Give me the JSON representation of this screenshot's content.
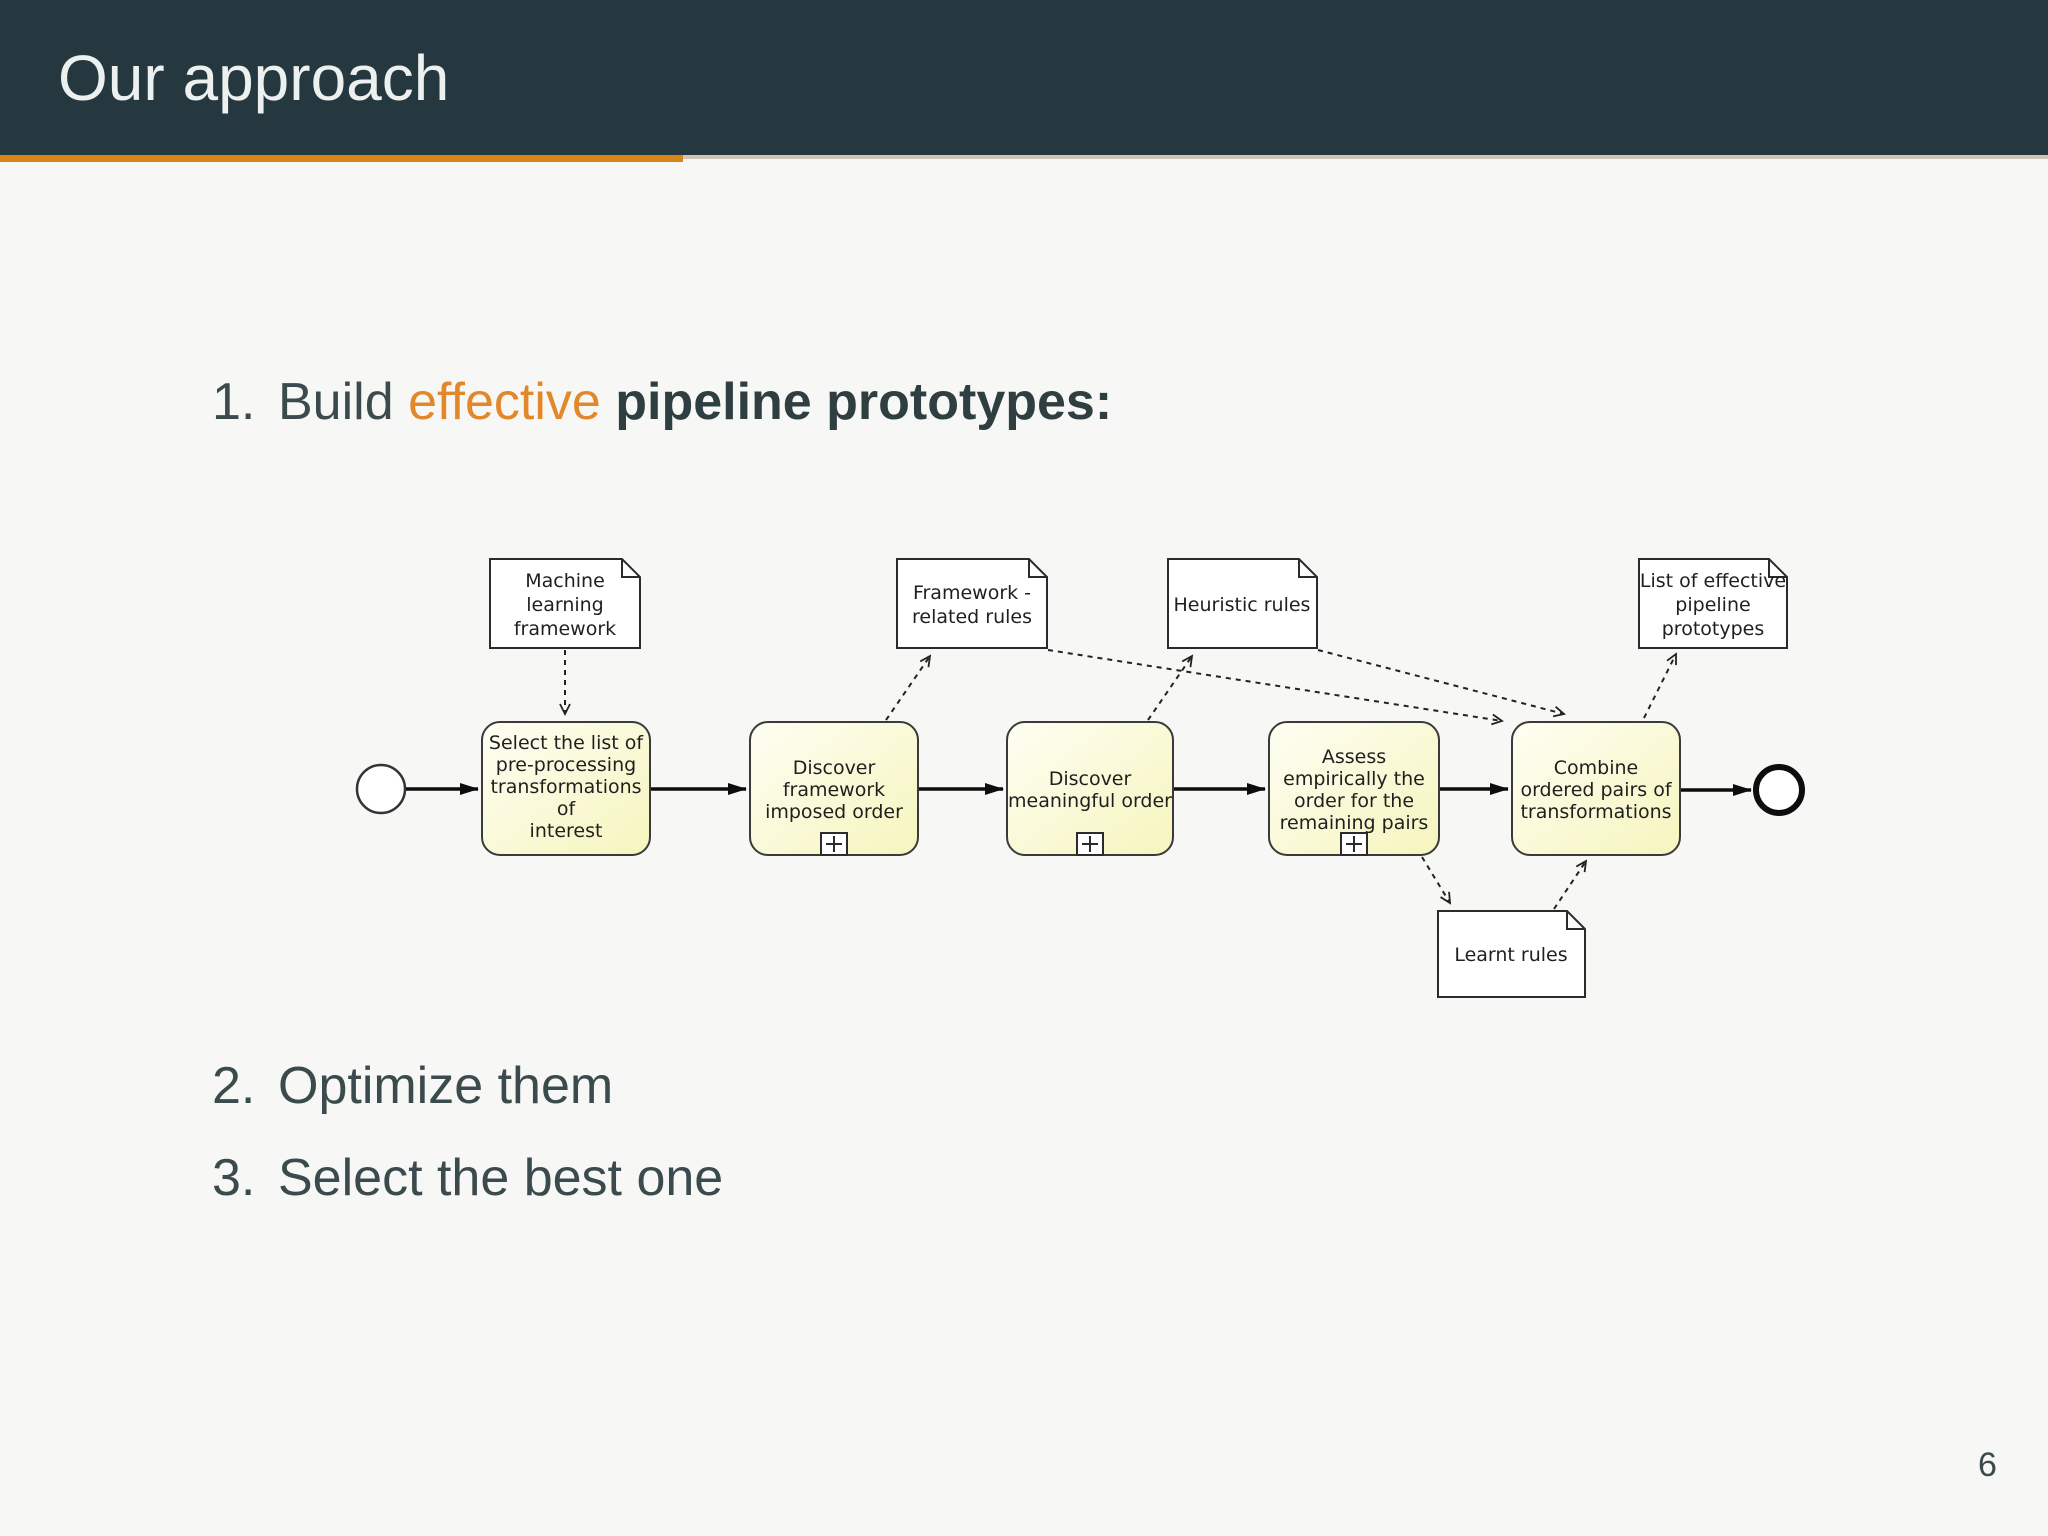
{
  "header": {
    "title": "Our approach"
  },
  "list": {
    "item1": {
      "number": "1.",
      "pre": "Build ",
      "highlight": "effective ",
      "bold": "pipeline prototypes:"
    },
    "item2": {
      "number": "2.",
      "text": "Optimize them"
    },
    "item3": {
      "number": "3.",
      "text": "Select the best one"
    }
  },
  "page_number": "6",
  "colors": {
    "header_background": "#25383f",
    "accent_orange": "#e2882a",
    "rule_orange": "#d8861c",
    "rule_tan": "#cec5ba",
    "body_text": "#3b4b4d",
    "slide_background": "#f7f7f5",
    "task_fill_top": "#fefef4",
    "task_fill_bottom": "#f6f5bd"
  },
  "diagram": {
    "documents": [
      {
        "id": "machine-learning-framework",
        "lines": [
          "Machine",
          "learning",
          "framework"
        ]
      },
      {
        "id": "framework-related-rules",
        "lines": [
          "Framework -",
          "related rules"
        ]
      },
      {
        "id": "heuristic-rules",
        "lines": [
          "Heuristic rules"
        ]
      },
      {
        "id": "list-effective-prototypes",
        "lines": [
          "List of effective",
          "pipeline",
          "prototypes"
        ]
      },
      {
        "id": "learnt-rules",
        "lines": [
          "Learnt rules"
        ]
      }
    ],
    "tasks": [
      {
        "id": "select-list",
        "lines": [
          "Select the list of",
          "pre-processing",
          "transformations",
          "of",
          "interest"
        ]
      },
      {
        "id": "discover-framework-order",
        "lines": [
          "Discover",
          "framework",
          "imposed order"
        ]
      },
      {
        "id": "discover-meaningful-order",
        "lines": [
          "Discover",
          "meaningful order"
        ]
      },
      {
        "id": "assess-empirically",
        "lines": [
          "Assess",
          "empirically the",
          "order for the",
          "remaining pairs"
        ]
      },
      {
        "id": "combine-pairs",
        "lines": [
          "Combine",
          "ordered pairs of",
          "transformations"
        ]
      }
    ]
  }
}
